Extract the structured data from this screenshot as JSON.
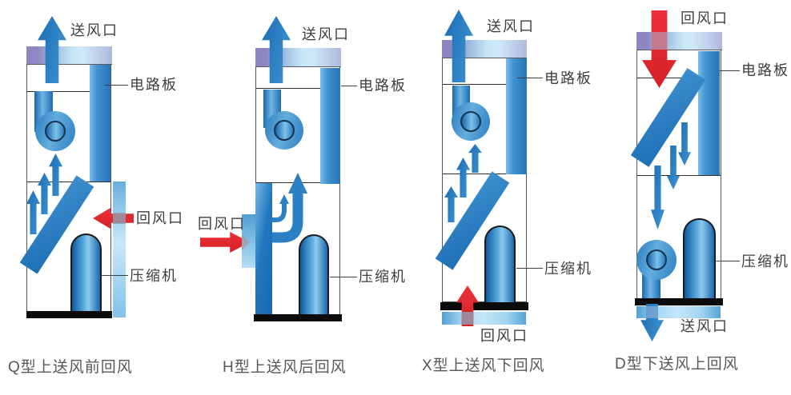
{
  "labels": {
    "supply_outlet": "送风口",
    "circuit_board": "电路板",
    "return_inlet": "回风口",
    "compressor": "压缩机"
  },
  "units": [
    {
      "model": "Q",
      "caption": "Q型上送风前回风",
      "supply_direction": "top",
      "return_direction": "front"
    },
    {
      "model": "H",
      "caption": "H型上送风后回风",
      "supply_direction": "top",
      "return_direction": "rear"
    },
    {
      "model": "X",
      "caption": "X型上送风下回风",
      "supply_direction": "top",
      "return_direction": "bottom"
    },
    {
      "model": "D",
      "caption": "D型下送风上回风",
      "supply_direction": "bottom",
      "return_direction": "top"
    }
  ],
  "colors": {
    "primary_blue": "#2277bf",
    "light_blue": "#a8d4ef",
    "band_purple": "#8e86c1",
    "red": "#e2242b",
    "label_text": "#3d3e40",
    "caption_text": "#56575b"
  }
}
